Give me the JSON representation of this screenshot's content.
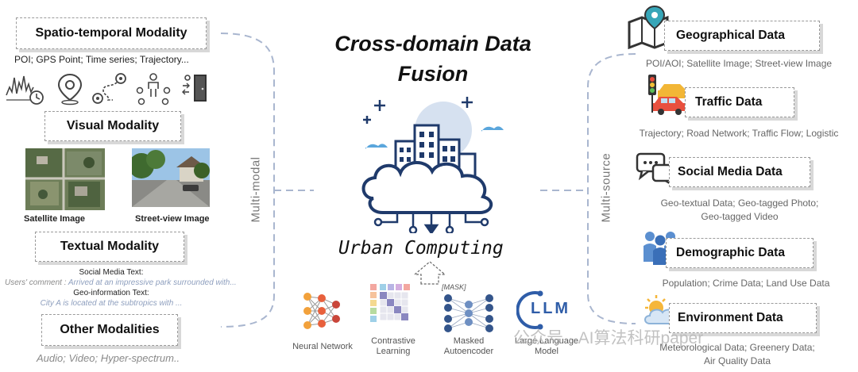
{
  "title": "Cross-domain Data Fusion",
  "title_line1": "Cross-domain Data",
  "title_line2": "Fusion",
  "center_label": "Urban Computing",
  "left_axis": "Multi-modal",
  "right_axis": "Multi-source",
  "left": {
    "spatio": {
      "title": "Spatio-temporal Modality",
      "desc": "POI; GPS Point; Time series; Trajectory..."
    },
    "visual": {
      "title": "Visual Modality",
      "satellite": "Satellite Image",
      "street": "Street-view Image"
    },
    "textual": {
      "title": "Textual Modality",
      "social_title": "Social Media Text:",
      "social_prefix": "Users' comment : ",
      "social_body": "Arrived at an impressive park surrounded with...",
      "geo_title": "Geo-information Text:",
      "geo_body": "City A is located at the subtropics with ..."
    },
    "other": {
      "title": "Other Modalities",
      "desc": "Audio; Video; Hyper-spectrum.."
    }
  },
  "right": {
    "geo": {
      "title": "Geographical Data",
      "desc": "POI/AOI; Satellite Image; Street-view Image"
    },
    "traffic": {
      "title": "Traffic Data",
      "desc": "Trajectory; Road Network; Traffic Flow; Logistic"
    },
    "social": {
      "title": "Social Media Data",
      "desc1": "Geo-textual Data; Geo-tagged Photo;",
      "desc2": "Geo-tagged Video"
    },
    "demo": {
      "title": "Demographic Data",
      "desc": "Population; Crime Data; Land Use Data"
    },
    "env": {
      "title": "Environment Data",
      "desc1": "Meteorological Data; Greenery Data;",
      "desc2": "Air Quality Data"
    }
  },
  "models": {
    "nn": "Neural Network",
    "cl1": "Contrastive",
    "cl2": "Learning",
    "mask_tag": "[MASK]",
    "ma1": "Masked",
    "ma2": "Autoencoder",
    "llm_logo": "LLM",
    "llm1": "Large Language",
    "llm2": "Model"
  },
  "watermark": "公众号 · AI算法科研paper",
  "colors": {
    "accent": "#1f3a6b",
    "dash": "#a9b6cf",
    "box_border": "#9a9a9a"
  }
}
